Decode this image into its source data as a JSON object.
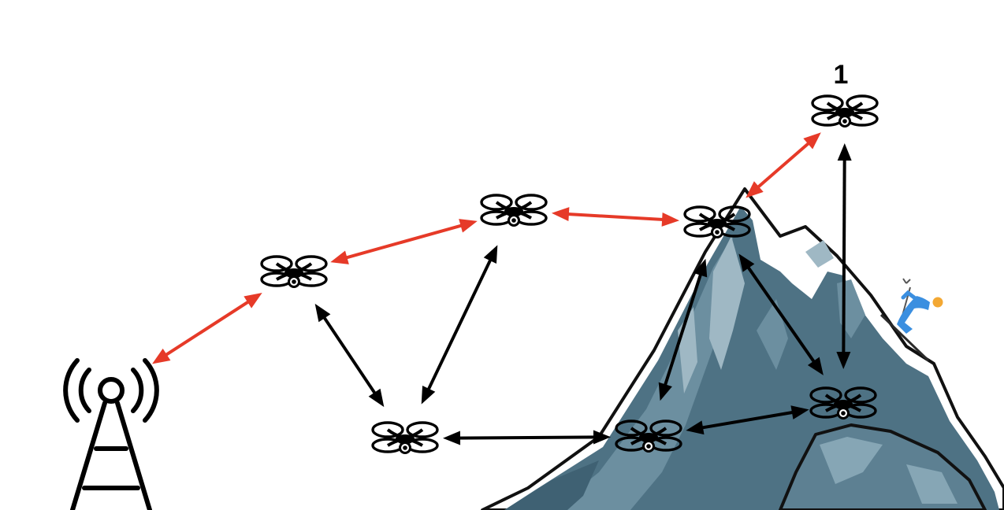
{
  "diagram": {
    "node_label": "1",
    "colors": {
      "background": "#ffffff",
      "primary_link": "#e63a28",
      "secondary_link": "#000000",
      "mountain_dark": "#4e7284",
      "mountain_mid": "#6c8fa0",
      "mountain_light": "#9fb8c4",
      "snow": "#ffffff",
      "outline": "#111111",
      "skier_body": "#3b8fe0",
      "skier_head": "#f3a833"
    },
    "icons": {
      "tower": "radio-tower-icon",
      "drone": "quadcopter-drone-icon",
      "skier": "skier-icon",
      "mountain": "mountain-icon"
    },
    "drones": [
      "drone-1",
      "drone-2",
      "drone-3",
      "drone-4",
      "drone-5",
      "drone-6",
      "drone-7",
      "drone-8"
    ],
    "links": [
      {
        "from": "tower",
        "to": "drone-2",
        "type": "primary"
      },
      {
        "from": "drone-2",
        "to": "drone-3",
        "type": "primary"
      },
      {
        "from": "drone-3",
        "to": "drone-4",
        "type": "primary"
      },
      {
        "from": "drone-4",
        "to": "drone-1",
        "type": "primary"
      },
      {
        "from": "drone-2",
        "to": "drone-5",
        "type": "secondary"
      },
      {
        "from": "drone-3",
        "to": "drone-5",
        "type": "secondary"
      },
      {
        "from": "drone-5",
        "to": "drone-6",
        "type": "secondary"
      },
      {
        "from": "drone-4",
        "to": "drone-6",
        "type": "secondary"
      },
      {
        "from": "drone-4",
        "to": "drone-7",
        "type": "secondary"
      },
      {
        "from": "drone-6",
        "to": "drone-7",
        "type": "secondary"
      },
      {
        "from": "drone-1",
        "to": "drone-7",
        "type": "secondary"
      }
    ]
  }
}
